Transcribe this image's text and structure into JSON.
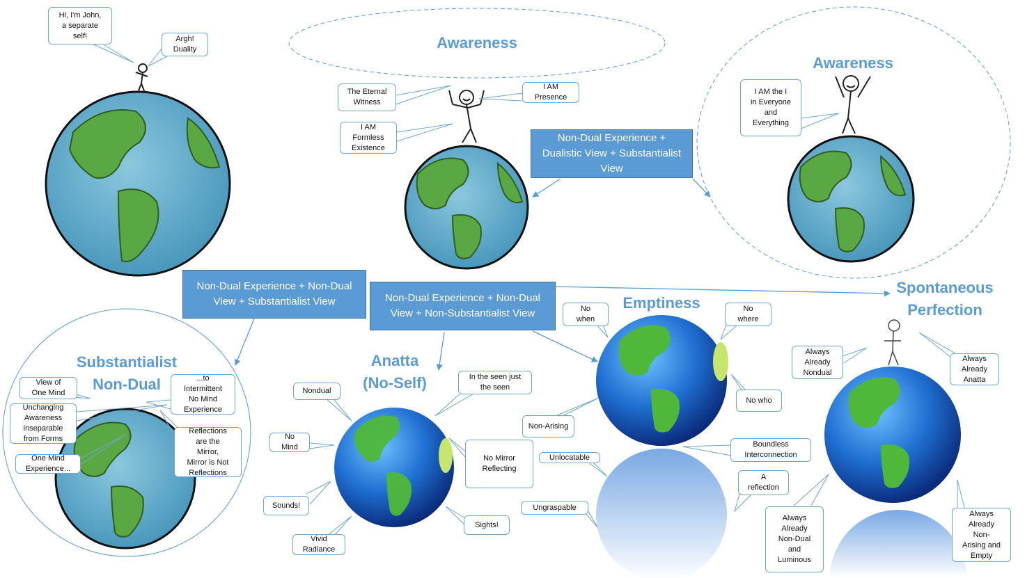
{
  "colors": {
    "accent": "#5b9bd5",
    "ocean": "#5ba8c8",
    "land": "#5aa843",
    "line": "#6fa6cf"
  },
  "titles": {
    "awareness_center": "Awareness",
    "awareness_right": "Awareness",
    "substantialist": "Substantialist\nNon-Dual",
    "anatta": "Anatta\n(No-Self)",
    "emptiness": "Emptiness",
    "spontaneous": "Spontaneous\nPerfection"
  },
  "boxes": {
    "nondual_dualistic": "Non-Dual Experience + Dualistic View + Substantialist View",
    "nondual_substantialist": "Non-Dual Experience + Non-Dual View + Substantialist View",
    "nondual_nonsubstantialist": "Non-Dual Experience + Non-Dual View + Non-Substantialist View"
  },
  "callouts": {
    "john": "Hi, I'm John,\na separate\nself!",
    "argh": "Argh!\nDuality",
    "eternal_witness": "The Eternal\nWitness",
    "iam_presence": "I AM\nPresence",
    "iam_formless": "I AM\nFormless\nExistence",
    "iam_everyone": "I AM the I\nin Everyone\nand\nEverything",
    "view_one_mind": "View of\nOne Mind",
    "unchanging": "Unchanging\nAwareness\ninseparable\nfrom Forms",
    "one_mind_exp": "One Mind\nExperience...",
    "intermittent": "...to\nIntermittent\nNo Mind\nExperience",
    "reflections": "Reflections\nare the\nMirror,\nMirror is Not\nReflections",
    "nondual": "Nondual",
    "no_mind": "No\nMind",
    "sounds": "Sounds!",
    "vivid": "Vivid\nRadiance",
    "seen": "In the seen just\nthe seen",
    "no_mirror": "No Mirror\nReflecting",
    "sights": "Sights!",
    "no_when": "No\nwhen",
    "no_where": "No\nwhere",
    "no_who": "No who",
    "non_arising": "Non-Arising",
    "unlocatable": "Unlocatable",
    "ungraspable": "Ungraspable",
    "boundless": "Boundless\nInterconnection",
    "a_reflection": "A\nreflection",
    "always_nondual": "Always\nAlready\nNondual",
    "always_anatta": "Always\nAlready\nAnatta",
    "always_luminous": "Always\nAlready\nNon-Dual\nand\nLuminous",
    "always_empty": "Always\nAlready\nNon-\nArising and\nEmpty"
  }
}
